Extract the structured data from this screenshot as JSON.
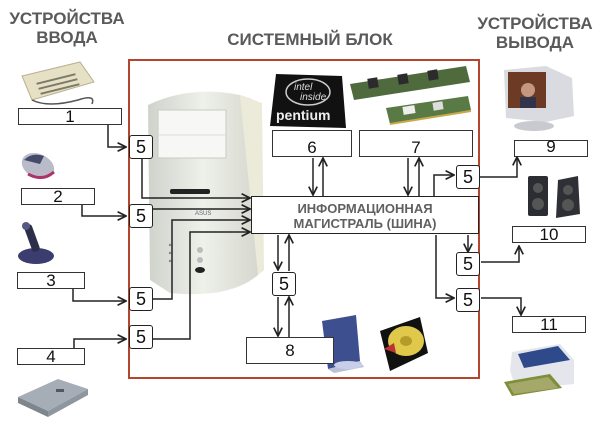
{
  "titles": {
    "input_devices": "УСТРОЙСТВА\nВВОДА",
    "system_unit": "СИСТЕМНЫЙ БЛОК",
    "output_devices": "УСТРОЙСТВА\nВЫВОДА"
  },
  "bus": {
    "line1": "ИНФОРМАЦИОННАЯ",
    "line2": "МАГИСТРАЛЬ (ШИНА)"
  },
  "labels": {
    "keyboard": "1",
    "mouse": "2",
    "joystick": "3",
    "scanner": "4",
    "controller": "5",
    "processor": "6",
    "memory": "7",
    "storage": "8",
    "monitor": "9",
    "speakers": "10",
    "printer": "11"
  },
  "images": {
    "keyboard": "keyboard-image",
    "mouse": "mouse-image",
    "joystick": "joystick-image",
    "scanner": "scanner-image",
    "pc_case": "pc-case-image",
    "cpu": "intel-pentium-cpu-image",
    "ram": "ram-modules-image",
    "drives": "cd-drive-and-hard-disk-image",
    "monitor": "crt-monitor-image",
    "speakers": "speakers-image",
    "printer": "inkjet-printer-image"
  },
  "cpu_logo": {
    "line1": "intel",
    "line2": "inside",
    "brand": "pentium"
  },
  "colors": {
    "frame": "#b5462e",
    "title_text": "#5a5a5a",
    "line": "#222222"
  }
}
